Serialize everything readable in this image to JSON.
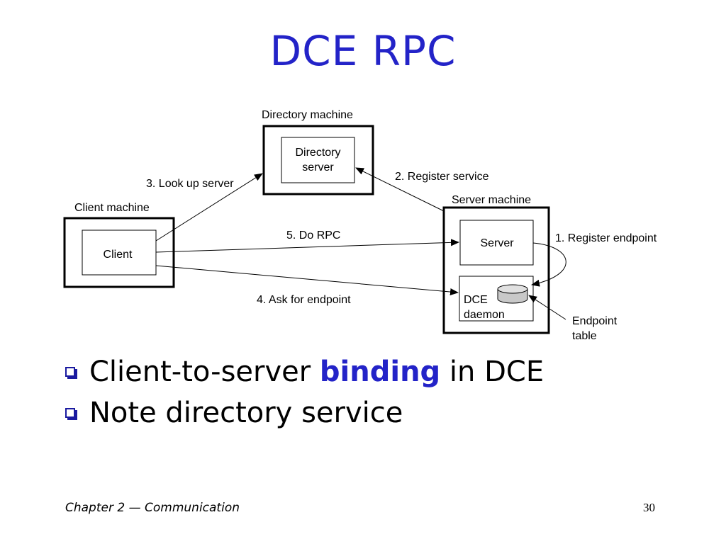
{
  "title": "DCE RPC",
  "diagram": {
    "directory_machine_label": "Directory machine",
    "directory_server_line1": "Directory",
    "directory_server_line2": "server",
    "client_machine_label": "Client machine",
    "client_label": "Client",
    "server_machine_label": "Server machine",
    "server_label": "Server",
    "dce_daemon_line1": "DCE",
    "dce_daemon_line2": "daemon",
    "endpoint_table_line1": "Endpoint",
    "endpoint_table_line2": "table",
    "step1": "1. Register endpoint",
    "step2": "2. Register service",
    "step3": "3. Look up server",
    "step4": "4. Ask for endpoint",
    "step5": "5. Do RPC"
  },
  "bullets": [
    {
      "prefix": "Client-to-server ",
      "highlight": "binding",
      "suffix": " in DCE"
    },
    {
      "text": "Note directory service"
    }
  ],
  "footer": {
    "chapter": "Chapter 2",
    "dash": "—",
    "topic": "Communication",
    "page_number": "30"
  },
  "colors": {
    "title": "#2323c8",
    "highlight": "#2323c8",
    "bullet_marker": "#1a1aa0"
  }
}
